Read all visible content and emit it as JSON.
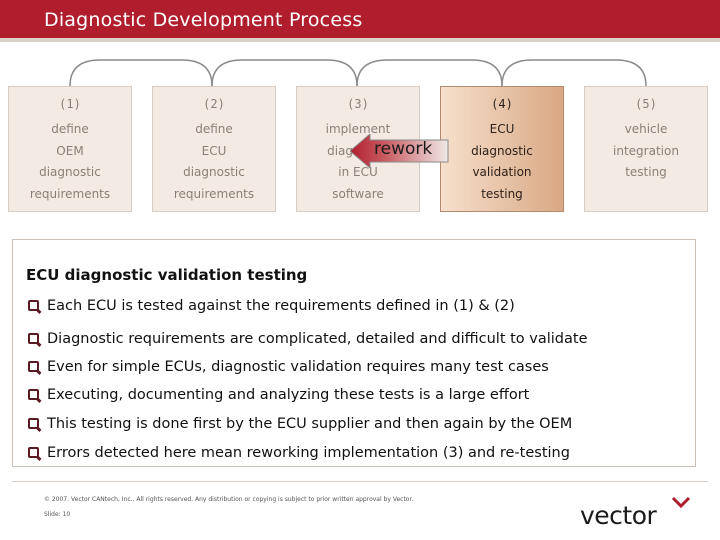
{
  "header": {
    "title": "Diagnostic Development Process"
  },
  "process": {
    "steps": [
      {
        "num": "(1)",
        "lines": [
          "define",
          "OEM",
          "diagnostic",
          "requirements"
        ]
      },
      {
        "num": "(2)",
        "lines": [
          "define",
          "ECU",
          "diagnostic",
          "requirements"
        ]
      },
      {
        "num": "(3)",
        "lines": [
          "implement",
          "diagnostic",
          "in ECU",
          "software"
        ]
      },
      {
        "num": "(4)",
        "lines": [
          "ECU",
          "diagnostic",
          "validation",
          "testing"
        ]
      },
      {
        "num": "(5)",
        "lines": [
          "vehicle",
          "integration",
          "testing",
          ""
        ]
      }
    ],
    "active_step": 4,
    "rework_label": "rework"
  },
  "content": {
    "title": "ECU diagnostic validation testing",
    "bullets": [
      "Each ECU is tested against the requirements defined in (1) & (2)",
      "Diagnostic requirements are complicated, detailed and difficult to validate",
      "Even for simple ECUs, diagnostic validation requires many test cases",
      "Executing, documenting and analyzing these tests is a large effort",
      "This testing is done first by the ECU supplier and then again by the OEM",
      "Errors detected here mean reworking implementation (3) and re-testing"
    ]
  },
  "footer": {
    "copyright": "© 2007. Vector CANtech, Inc.. All rights reserved. Any distribution or copying is subject to prior written approval by Vector.",
    "slide": "Slide: 10",
    "logo": "vector"
  },
  "colors": {
    "brand": "#b01e2e",
    "active_box": "#d9a884",
    "rework_arrow": "#b01e2e"
  }
}
